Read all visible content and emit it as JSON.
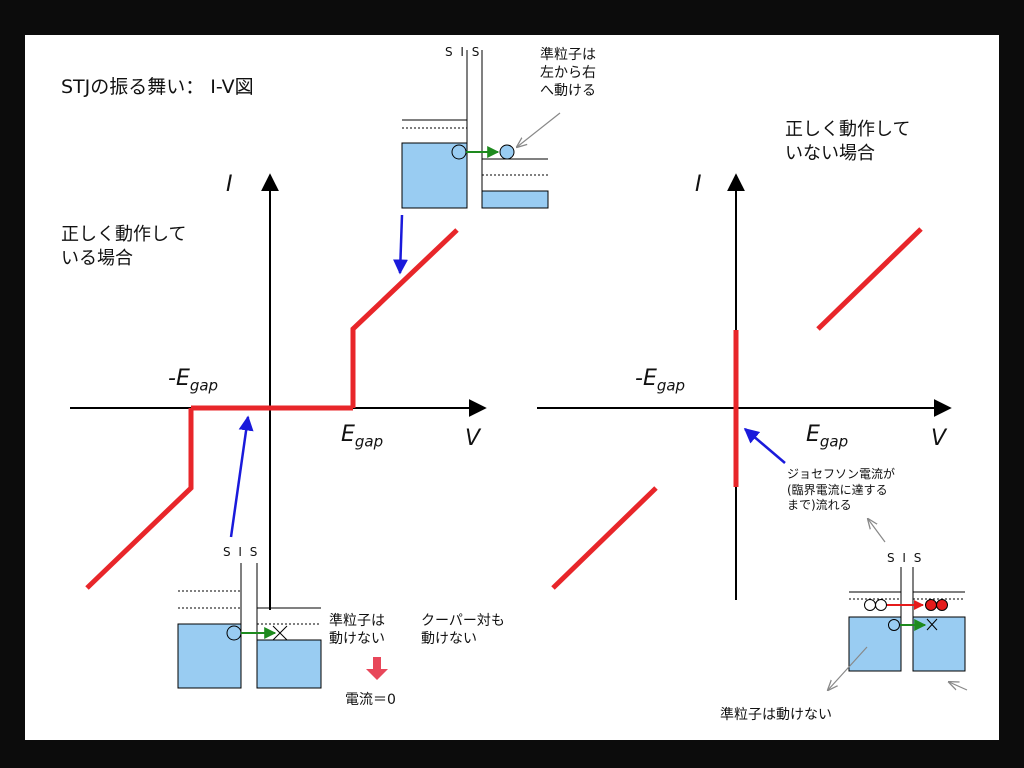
{
  "title": "STJの振る舞い：  I-V図",
  "left_panel": {
    "caption_line1": "正しく動作して",
    "caption_line2": "いる場合",
    "axis_i": "I",
    "axis_v": "V",
    "neg_egap_prefix": "-E",
    "neg_egap_sub": "gap",
    "egap_prefix": "E",
    "egap_sub": "gap",
    "top_inset": {
      "sis_label": "S I S",
      "note_line1": "準粒子は",
      "note_line2": "左から右",
      "note_line3": "へ動ける"
    },
    "bottom_inset": {
      "sis_label": "S I S",
      "qp_line1": "準粒子は",
      "qp_line2": "動けない",
      "cooper_line1": "クーパー対も",
      "cooper_line2": "動けない",
      "current": "電流＝0"
    }
  },
  "right_panel": {
    "caption_line1": "正しく動作して",
    "caption_line2": "いない場合",
    "axis_i": "I",
    "axis_v": "V",
    "neg_egap_prefix": "-E",
    "neg_egap_sub": "gap",
    "egap_prefix": "E",
    "egap_sub": "gap",
    "josephson_line1": "ジョセフソン電流が",
    "josephson_line2": "(臨界電流に達する",
    "josephson_line3": "まで)流れる",
    "inset": {
      "sis_label": "S I S",
      "note": "準粒子は動けない"
    }
  },
  "colors": {
    "iv_curve": "#e8262a",
    "pointer_arrow": "#1a1adb",
    "band_fill": "#99ccf2",
    "tunnel_arrow": "#1e8a1e",
    "down_arrow": "#e8475a",
    "cooper_pair": "#e51b1b"
  }
}
